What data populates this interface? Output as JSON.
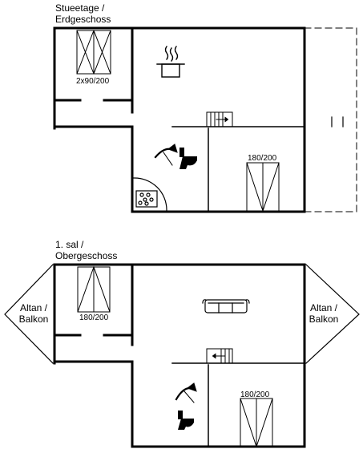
{
  "ground_floor": {
    "title_line1": "Stueetage /",
    "title_line2": "Erdgeschoss",
    "bed_label_1": "2x90/200",
    "bed_label_2": "180/200"
  },
  "upper_floor": {
    "title_line1": "1. sal /",
    "title_line2": "Obergeschoss",
    "bed_label_1": "180/200",
    "bed_label_2": "180/200",
    "balcony_left_line1": "Altan /",
    "balcony_left_line2": "Balkon",
    "balcony_right_line1": "Altan /",
    "balcony_right_line2": "Balkon"
  },
  "icons": [
    "cooking-pot-icon",
    "stairs-icon",
    "shower-icon",
    "toilet-icon",
    "hot-tub-icon",
    "sofa-icon",
    "bed-icon"
  ]
}
